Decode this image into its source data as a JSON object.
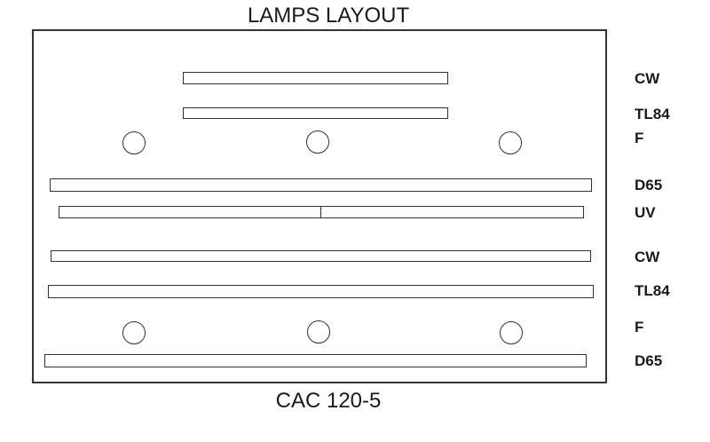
{
  "diagram": {
    "title": "LAMPS LAYOUT",
    "model": "CAC 120-5",
    "labels": [
      "CW",
      "TL84",
      "F",
      "D65",
      "UV",
      "CW",
      "TL84",
      "F",
      "D65"
    ]
  }
}
